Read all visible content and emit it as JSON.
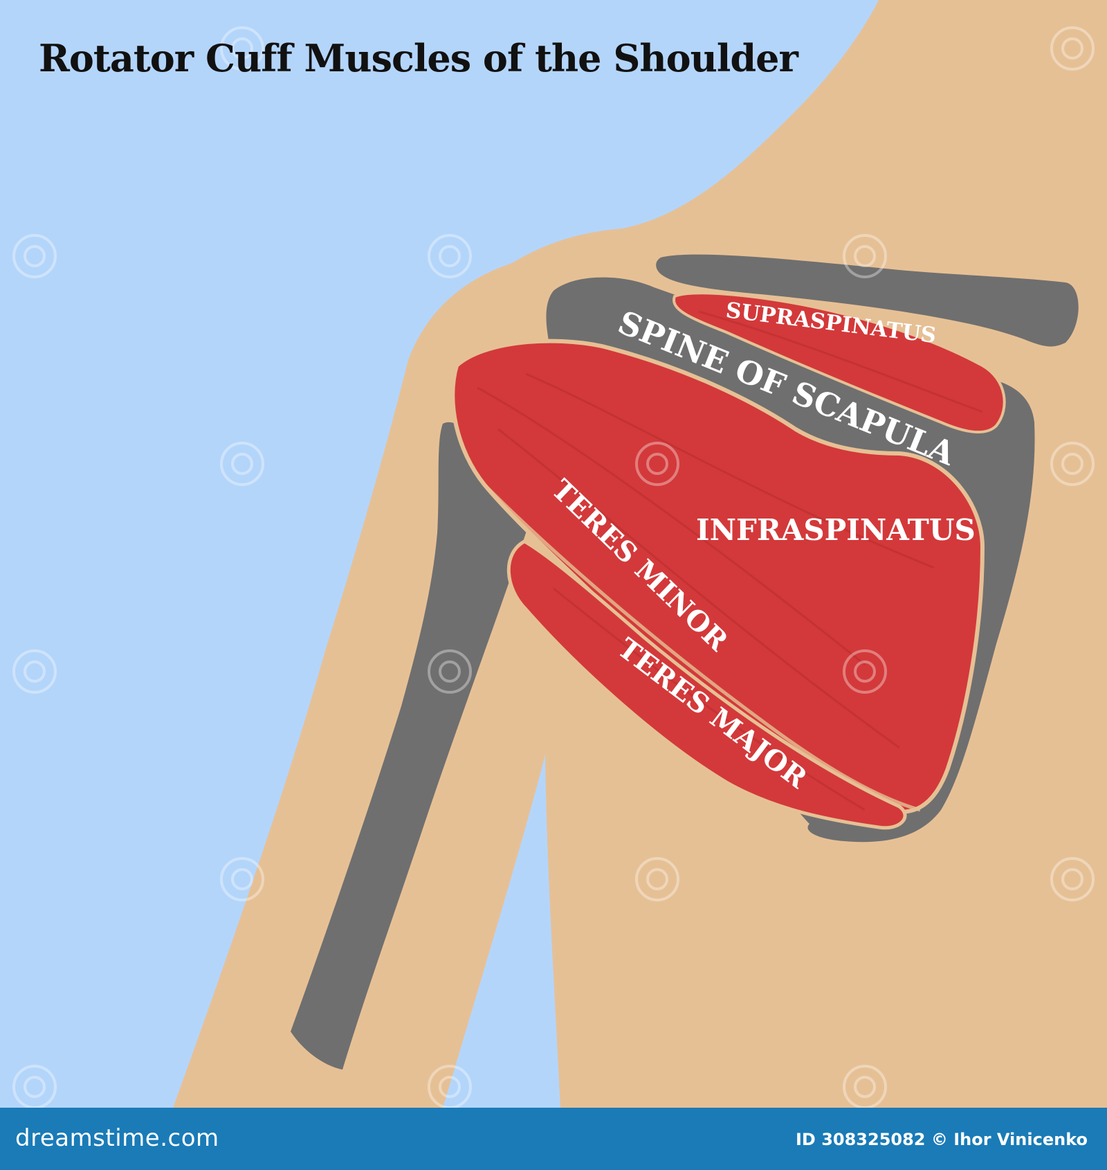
{
  "title": "Rotator Cuff Muscles of the Shoulder",
  "labels": {
    "supraspinatus": "SUPRASPINATUS",
    "spine_of_scapula": "SPINE OF SCAPULA",
    "infraspinatus": "INFRASPINATUS",
    "teres_minor": "TERES MINOR",
    "teres_major": "TERES MAJOR"
  },
  "footer": {
    "brand": "dreamstime.com",
    "id_text": "ID 308325082 © Ihor Vinicenko"
  },
  "colors": {
    "background": "#b4d5fa",
    "skin": "#e6c095",
    "bone": "#6f6f6f",
    "muscle": "#d3393a",
    "footer": "#1a7bb7"
  }
}
